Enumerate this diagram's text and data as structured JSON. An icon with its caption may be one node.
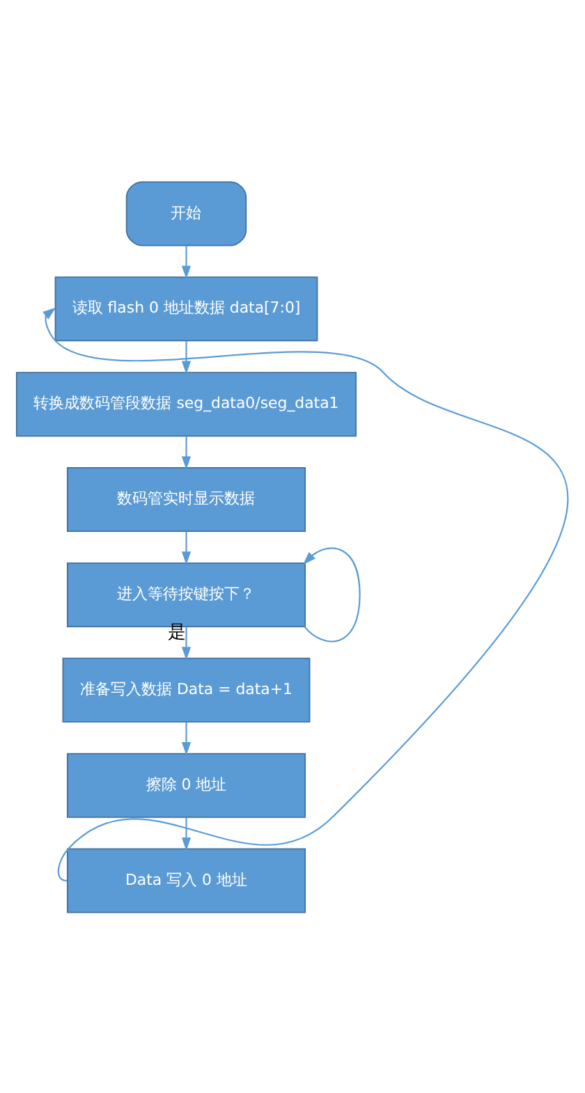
{
  "diagram": {
    "nodes": [
      {
        "text": [
          "开始"
        ]
      },
      {
        "text": [
          "读取 flash 0 地址数据 data[7:0]"
        ]
      },
      {
        "text": [
          "转换成数码管段数据 seg_data0/seg_data1"
        ]
      },
      {
        "text": [
          "数码管实时显示数据"
        ]
      },
      {
        "text": [
          "进入等待按键按下？"
        ]
      },
      {
        "text": [
          "准备写入数据 Data = data+1"
        ]
      },
      {
        "text": [
          "擦除 0 地址"
        ]
      },
      {
        "text": [
          "Data 写入 0 地址"
        ]
      }
    ],
    "edges": [
      {
        "from": 0,
        "to": 1,
        "arrow": "to"
      },
      {
        "from": 1,
        "to": 2,
        "arrow": "to"
      },
      {
        "from": 2,
        "to": 3,
        "arrow": "to"
      },
      {
        "from": 3,
        "to": 4,
        "arrow": "to"
      },
      {
        "from": 4,
        "to": 5,
        "arrow": "to",
        "label": "是"
      },
      {
        "from": 5,
        "to": 6,
        "arrow": "to"
      },
      {
        "from": 6,
        "to": 7,
        "arrow": "to"
      },
      {
        "from": 7,
        "to": 1,
        "arrow": "to"
      },
      {
        "from": 4,
        "to": 4,
        "arrow": "to"
      }
    ]
  }
}
